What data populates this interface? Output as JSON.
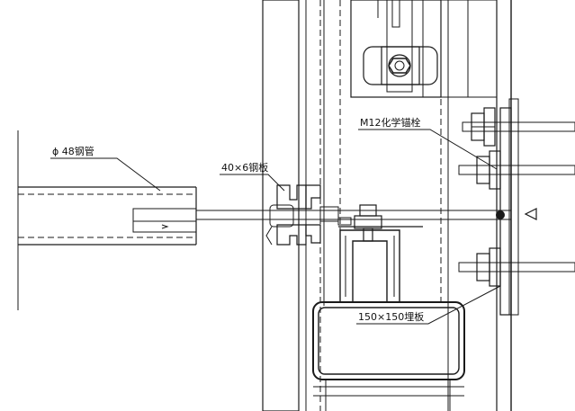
{
  "labels": {
    "pipe": "ϕ 48钢管",
    "plate": "40×6钢板",
    "anchor": "M12化学锚栓",
    "embed": "150×150埋板"
  },
  "colors": {
    "ink": "#1a1a1a",
    "background": "#ffffff"
  }
}
